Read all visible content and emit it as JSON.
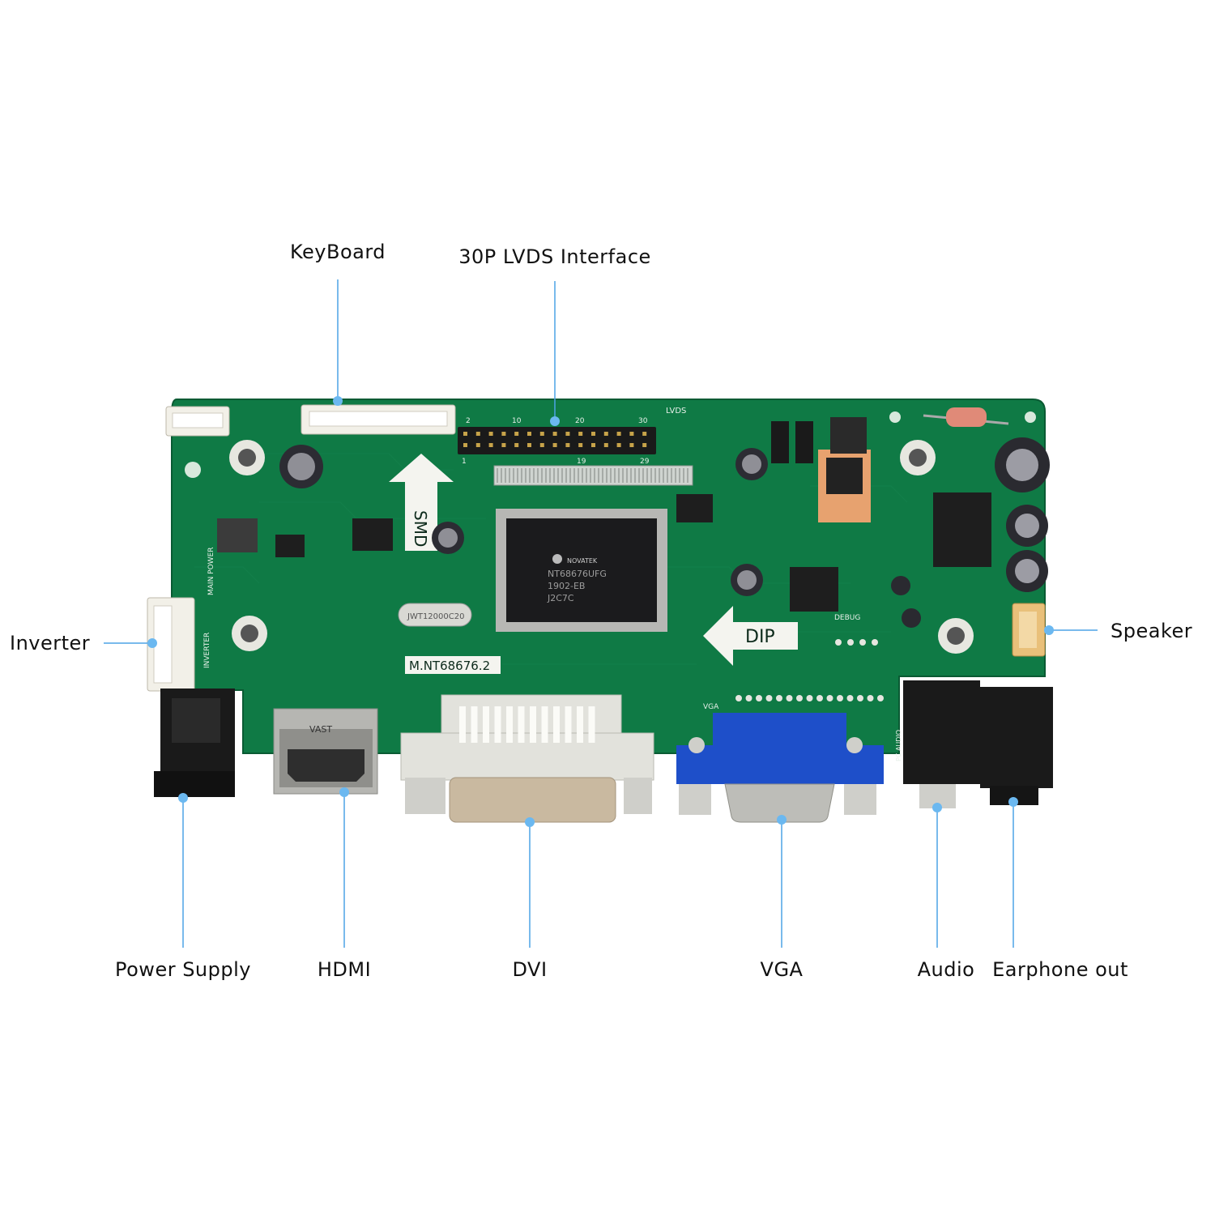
{
  "callouts": {
    "keyboard": "KeyBoard",
    "lvds": "30P LVDS Interface",
    "inverter": "Inverter",
    "speaker": "Speaker",
    "power_supply": "Power Supply",
    "hdmi": "HDMI",
    "dvi": "DVI",
    "vga": "VGA",
    "audio": "Audio",
    "earphone_out": "Earphone out"
  },
  "board_markings": {
    "model": "M.NT68676.2",
    "chip_brand": "NOVATEK",
    "chip_part": "NT68676UFG",
    "chip_batch": "1902-EB",
    "chip_code": "J2C7C",
    "crystal": "JWT12000C20",
    "smd_arrow": "SMD",
    "dip_arrow": "DIP",
    "hdmi_brand": "VAST",
    "lvds_silk": "LVDS",
    "vga_silk": "VGA",
    "debug_silk": "DEBUG",
    "pc_audio_silk": "PC AUDIO",
    "inverter_silk": "INVERTER",
    "main_power_silk": "MAIN POWER",
    "pin_1": "1",
    "pin_2": "2",
    "pin_10": "10",
    "pin_20": "20",
    "pin_30": "30",
    "pin_19": "19",
    "pin_29": "29"
  },
  "colors": {
    "pcb": "#0f7a45",
    "leader_line": "#4da3e6",
    "vga_connector": "#1e4fc9",
    "dvi_connector": "#e2e2dc"
  }
}
